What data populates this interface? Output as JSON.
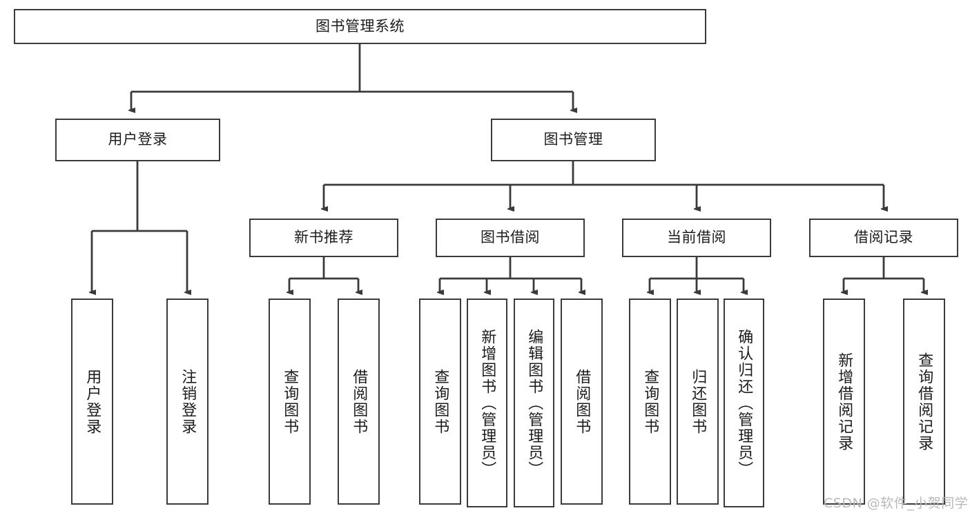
{
  "diagram": {
    "title": "图书管理系统",
    "type": "tree-hierarchy",
    "watermark": "CSDN @软件_小贺同学",
    "colors": {
      "stroke": "#3a3a3a",
      "fill": "#ffffff",
      "text": "#1c1c1c",
      "watermark": "#b9b9b9",
      "background": "#ffffff"
    },
    "root": {
      "label": "图书管理系统"
    },
    "level2": [
      {
        "label": "用户登录"
      },
      {
        "label": "图书管理"
      }
    ],
    "level3": [
      {
        "label": "新书推荐"
      },
      {
        "label": "图书借阅"
      },
      {
        "label": "当前借阅"
      },
      {
        "label": "借阅记录"
      }
    ],
    "leaves": {
      "user_login": [
        {
          "label": "用户登录"
        },
        {
          "label": "注销登录"
        }
      ],
      "new_book": [
        {
          "label": "查询图书"
        },
        {
          "label": "借阅图书"
        }
      ],
      "book_borrow": [
        {
          "label": "查询图书"
        },
        {
          "label": "新增图书（管理员）"
        },
        {
          "label": "编辑图书（管理员）"
        },
        {
          "label": "借阅图书"
        }
      ],
      "current_borrow": [
        {
          "label": "查询图书"
        },
        {
          "label": "归还图书"
        },
        {
          "label": "确认归还（管理员）"
        }
      ],
      "borrow_record": [
        {
          "label": "新增借阅记录"
        },
        {
          "label": "查询借阅记录"
        }
      ]
    }
  }
}
